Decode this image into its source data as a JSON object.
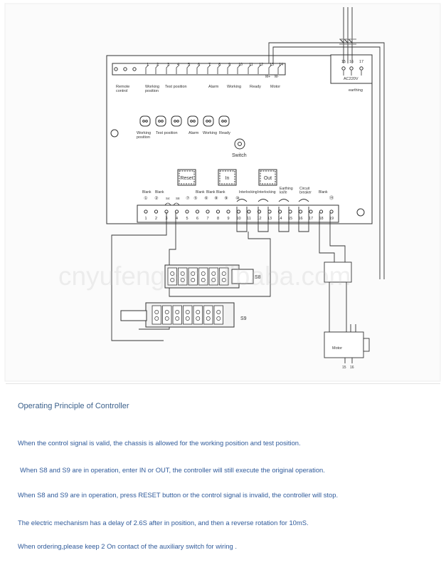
{
  "diagram": {
    "watermark": "cnyufeng.en.alibaba.com",
    "top_terminals": {
      "numbers": [
        "1",
        "2",
        "3",
        "4",
        "5",
        "6",
        "7",
        "8",
        "9",
        "10",
        "11",
        "12",
        "13",
        "14"
      ],
      "groups": [
        "Remote control",
        "Working position",
        "Test position",
        "Alarm",
        "Working",
        "Ready",
        "Motor"
      ],
      "motor_terminals": [
        "M+",
        "M-"
      ]
    },
    "ac_terminals": {
      "numbers": [
        "15",
        "16",
        "17"
      ],
      "label": "AC220V",
      "earthing": "earthing"
    },
    "indicators": [
      "Working position",
      "Test position",
      "Alarm",
      "Working",
      "Ready"
    ],
    "switch_label": "Switch",
    "buttons": [
      "Reset",
      "In",
      "Out"
    ],
    "bottom_labels": [
      "Blank",
      "Blank",
      "Blank",
      "Blank",
      "Blank",
      "Interlocking",
      "Interlocking",
      "Earthing knife",
      "Circuit breaker",
      "Blank"
    ],
    "bottom_circles": [
      "①",
      "②",
      "⑤",
      "⑥",
      "⑧",
      "⑦",
      "⑨",
      "⑩",
      "⑲"
    ],
    "bottom_marks": [
      "S4",
      "S8"
    ],
    "bottom_numbers": [
      "1",
      "2",
      "3",
      "4",
      "5",
      "6",
      "7",
      "8",
      "9",
      "10",
      "11",
      "12",
      "13",
      "14",
      "15",
      "16",
      "17",
      "18",
      "19"
    ],
    "switch_blocks": [
      "S8",
      "S9"
    ],
    "motor_label": "Motor",
    "motor_terminals": [
      "15",
      "16"
    ]
  },
  "text": {
    "title": "Operating Principle of Controller",
    "paragraphs": [
      "When the control signal is valid, the chassis is allowed for the working position and test position.",
      "When S8 and S9 are in operation, enter IN or OUT,  the controller will still execute the original operation.",
      "When S8 and S9 are in operation, press RESET button or the control signal is invalid,  the controller will stop.",
      "The electric mechanism has a delay of 2.6S after in position, and then a reverse rotation for 10mS.",
      "When ordering,please keep 2 On contact of the auxiliary switch for wiring ."
    ]
  }
}
